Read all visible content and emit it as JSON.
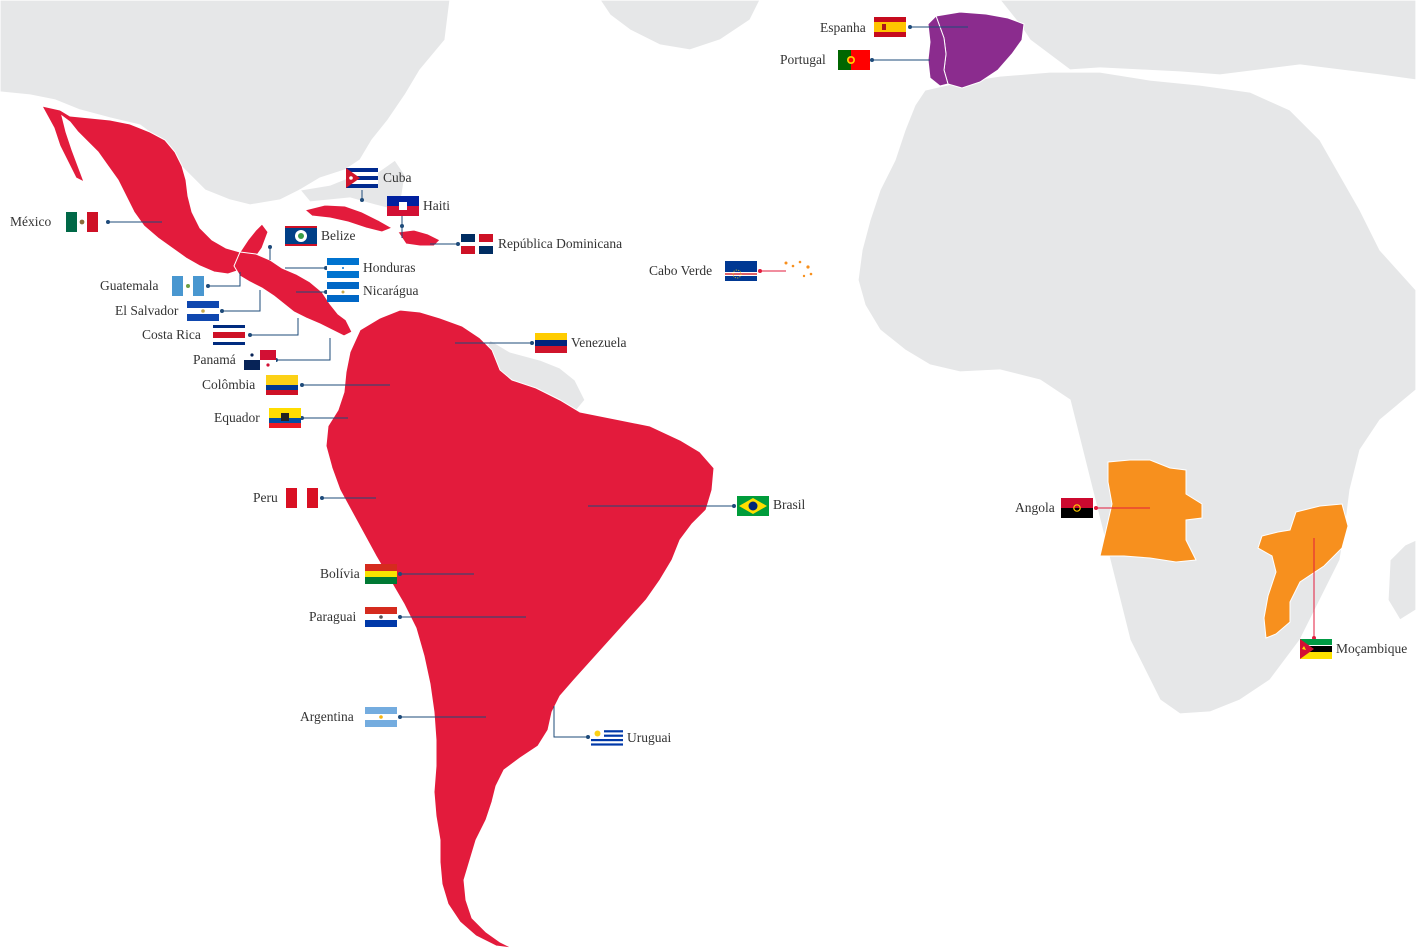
{
  "countries": [
    {
      "id": "mexico",
      "label": "México"
    },
    {
      "id": "cuba",
      "label": "Cuba"
    },
    {
      "id": "haiti",
      "label": "Haiti"
    },
    {
      "id": "belize",
      "label": "Belize"
    },
    {
      "id": "dominicana",
      "label": "República Dominicana"
    },
    {
      "id": "honduras",
      "label": "Honduras"
    },
    {
      "id": "nicaragua",
      "label": "Nicarágua"
    },
    {
      "id": "guatemala",
      "label": "Guatemala"
    },
    {
      "id": "elsalvador",
      "label": "El Salvador"
    },
    {
      "id": "costarica",
      "label": "Costa Rica"
    },
    {
      "id": "panama",
      "label": "Panamá"
    },
    {
      "id": "colombia",
      "label": "Colômbia"
    },
    {
      "id": "equador",
      "label": "Equador"
    },
    {
      "id": "venezuela",
      "label": "Venezuela"
    },
    {
      "id": "peru",
      "label": "Peru"
    },
    {
      "id": "brasil",
      "label": "Brasil"
    },
    {
      "id": "bolivia",
      "label": "Bolívia"
    },
    {
      "id": "paraguai",
      "label": "Paraguai"
    },
    {
      "id": "argentina",
      "label": "Argentina"
    },
    {
      "id": "uruguai",
      "label": "Uruguai"
    },
    {
      "id": "espanha",
      "label": "Espanha"
    },
    {
      "id": "portugal",
      "label": "Portugal"
    },
    {
      "id": "caboverde",
      "label": "Cabo Verde"
    },
    {
      "id": "angola",
      "label": "Angola"
    },
    {
      "id": "mocambique",
      "label": "Moçambique"
    }
  ],
  "colors": {
    "land": "#e6e7e8",
    "border": "#ffffff",
    "spanish_speaking": "#e31b3c",
    "spain": "#8b2c8e",
    "portuguese_speaking_africa": "#f7901e",
    "leader_line": "#1e4b7a"
  }
}
